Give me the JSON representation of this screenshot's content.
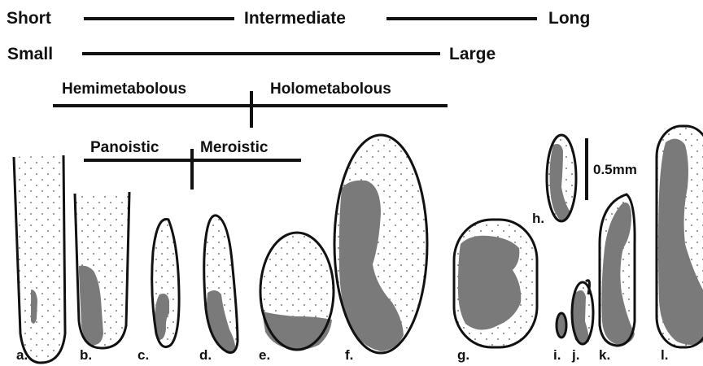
{
  "scales": {
    "duration": {
      "left": "Short",
      "middle": "Intermediate",
      "right": "Long"
    },
    "size": {
      "left": "Small",
      "right": "Large"
    },
    "metamorphosis": {
      "left": "Hemimetabolous",
      "right": "Holometabolous"
    },
    "ovary_type": {
      "left": "Panoistic",
      "right": "Meroistic"
    }
  },
  "scale_bar": {
    "label": "0.5mm"
  },
  "specimens": [
    {
      "id": "a",
      "label": "a."
    },
    {
      "id": "b",
      "label": "b."
    },
    {
      "id": "c",
      "label": "c."
    },
    {
      "id": "d",
      "label": "d."
    },
    {
      "id": "e",
      "label": "e."
    },
    {
      "id": "f",
      "label": "f."
    },
    {
      "id": "g",
      "label": "g."
    },
    {
      "id": "h",
      "label": "h."
    },
    {
      "id": "i",
      "label": "i."
    },
    {
      "id": "j",
      "label": "j."
    },
    {
      "id": "k",
      "label": "k."
    },
    {
      "id": "l",
      "label": "l."
    }
  ],
  "colors": {
    "outline": "#111111",
    "fill": "#7a7a7a",
    "stipple": "#555555",
    "background": "#ffffff"
  }
}
